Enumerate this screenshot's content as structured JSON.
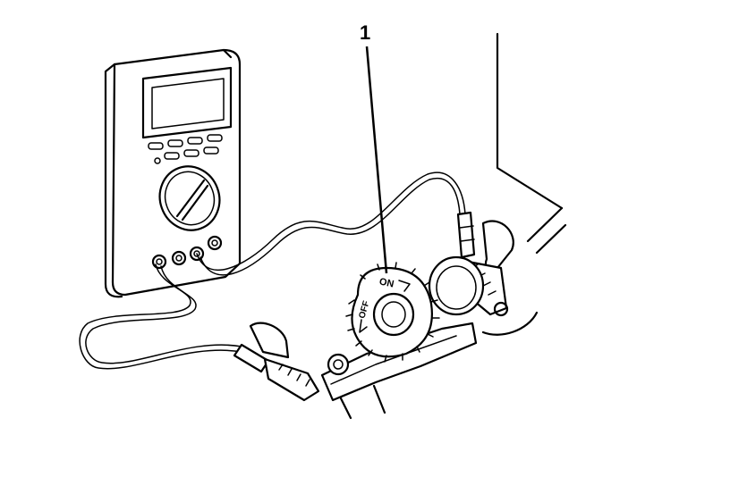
{
  "callout": {
    "number": "1"
  },
  "valve": {
    "on_label": "ON",
    "off_label": "OFF"
  },
  "icons": [
    "multimeter-icon",
    "test-lead-icon",
    "alligator-clip-icon",
    "fuel-valve-icon"
  ]
}
